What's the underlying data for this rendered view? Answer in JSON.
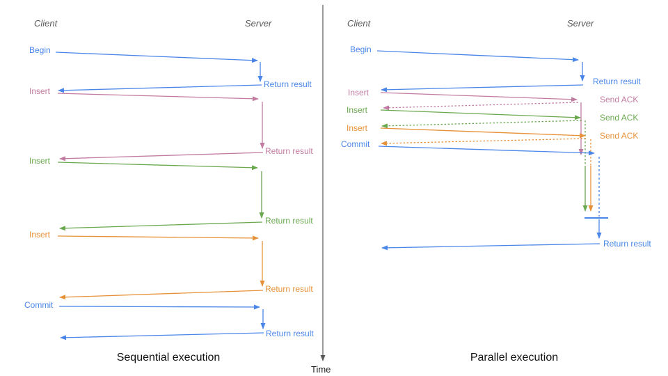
{
  "left": {
    "title": "Sequential execution",
    "client": "Client",
    "server": "Server",
    "steps": [
      {
        "request": "Begin",
        "response": "Return result"
      },
      {
        "request": "Insert",
        "response": "Return result"
      },
      {
        "request": "Insert",
        "response": "Return result"
      },
      {
        "request": "Insert",
        "response": "Return result"
      },
      {
        "request": "Commit",
        "response": "Return result"
      }
    ]
  },
  "right": {
    "title": "Parallel execution",
    "client": "Client",
    "server": "Server",
    "steps": [
      {
        "request": "Begin",
        "response": "Return result"
      },
      {
        "request": "Insert",
        "response": "Send ACK"
      },
      {
        "request": "Insert",
        "response": "Send ACK"
      },
      {
        "request": "Insert",
        "response": "Send ACK"
      },
      {
        "request": "Commit",
        "response": "Return result"
      }
    ]
  },
  "time_axis": {
    "label": "Time"
  },
  "colors": {
    "blue": "#4a86e8",
    "pink": "#c27ba0",
    "green": "#6aa84f",
    "orange": "#e69138",
    "axis": "#595959"
  }
}
